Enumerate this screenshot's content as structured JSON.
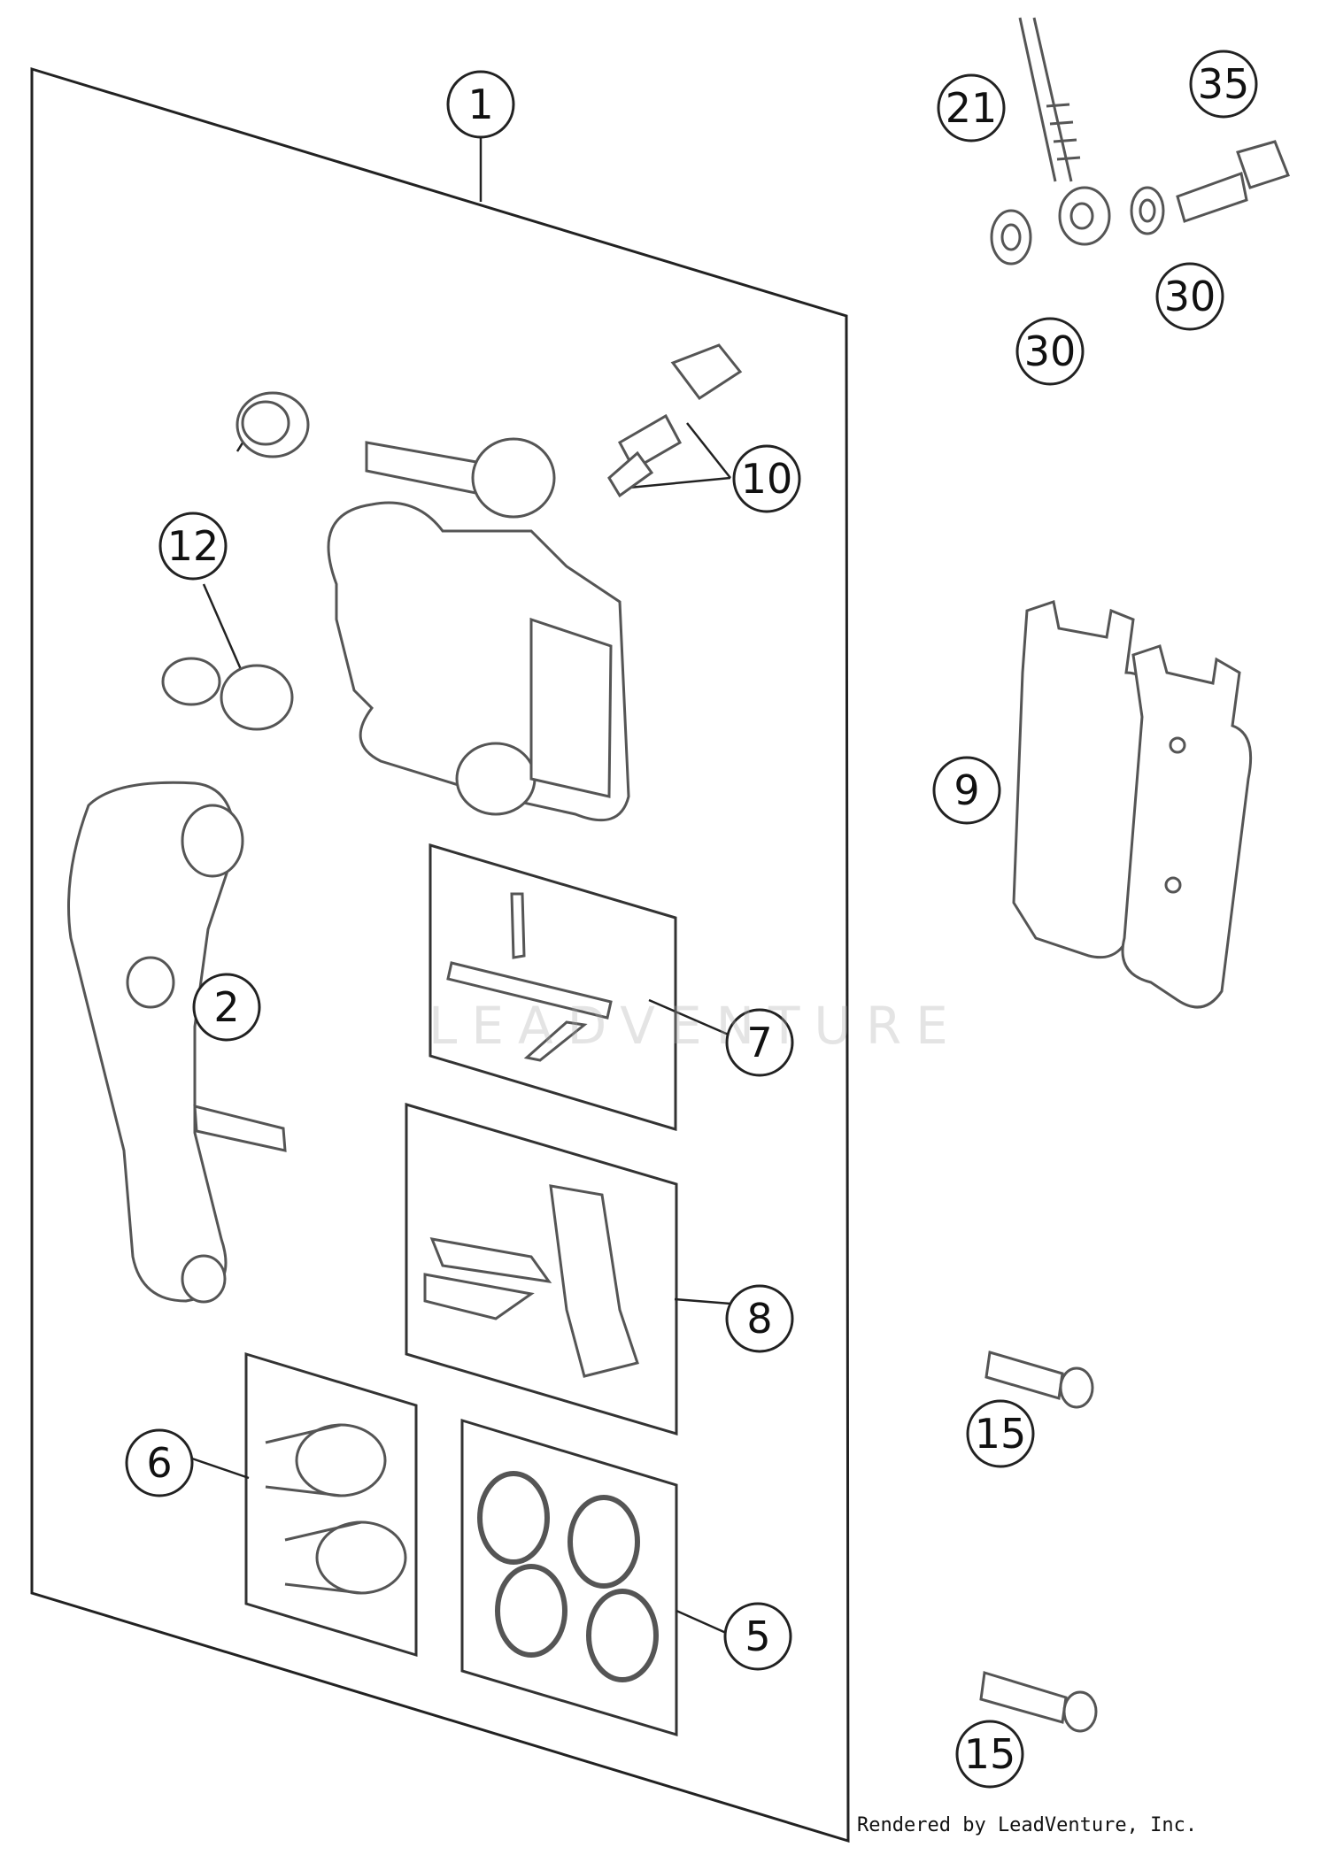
{
  "diagram": {
    "callouts": [
      "1",
      "2",
      "5",
      "6",
      "7",
      "8",
      "9",
      "10",
      "12",
      "15",
      "15",
      "21",
      "30",
      "30",
      "35"
    ],
    "footer": "Rendered by LeadVenture, Inc.",
    "watermark": "LEADVENTURE"
  },
  "colors": {
    "line": "#222222",
    "part_stroke": "#555555",
    "watermark": "#c8c8c8"
  }
}
